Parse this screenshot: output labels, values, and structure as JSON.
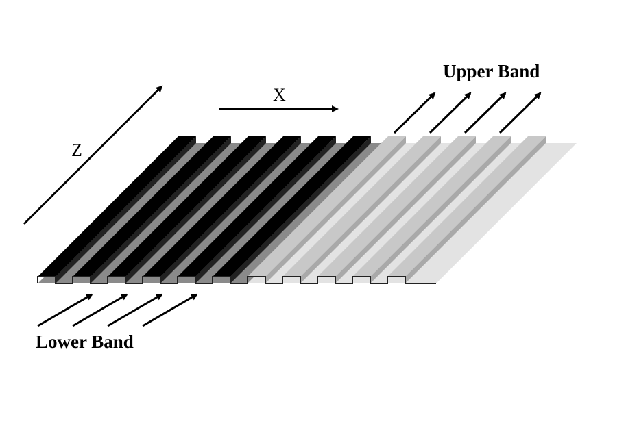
{
  "labels": {
    "upper_band": "Upper Band",
    "lower_band": "Lower Band",
    "axis_x": "X",
    "axis_z": "Z"
  },
  "structure": {
    "dark_region": {
      "ridges": 6,
      "ridge_color": "#000000",
      "groove_color": "#8a8a8a",
      "ridge_face_color": "#222222"
    },
    "light_region": {
      "ridges": 5,
      "ridge_color": "#c8c8c8",
      "groove_color": "#e3e3e3",
      "ridge_face_color": "#a9a9a9"
    }
  },
  "colors": {
    "ink": "#000000",
    "background": "#ffffff"
  }
}
